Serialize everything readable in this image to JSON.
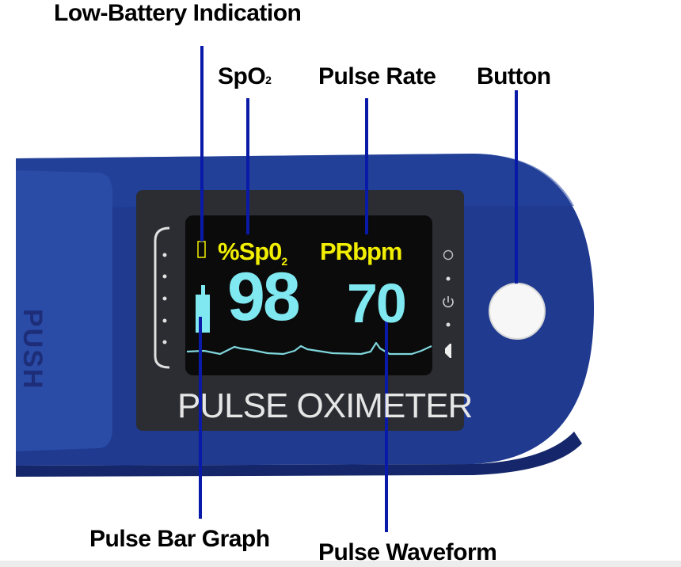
{
  "labels": {
    "low_battery": "Low-Battery Indication",
    "spo2": "SpO",
    "spo2_sub": "2",
    "pulse_rate": "Pulse Rate",
    "button": "Button",
    "pulse_bar_graph": "Pulse Bar Graph",
    "pulse_waveform": "Pulse Waveform"
  },
  "screen": {
    "spo2_unit": "%Sp0",
    "spo2_unit_sub": "2",
    "pr_unit": "PRbpm",
    "spo2_value": "98",
    "pr_value": "70",
    "title": "PULSE OXIMETER"
  },
  "device": {
    "push_label": "PUSH"
  },
  "colors": {
    "body_blue": "#1f3a8f",
    "dark_blue": "#15276a",
    "screen_bg": "#0b0b0b",
    "unit_yellow": "#f1ee00",
    "value_cyan": "#7fe8f0",
    "leader_line": "#0a1aa8"
  }
}
